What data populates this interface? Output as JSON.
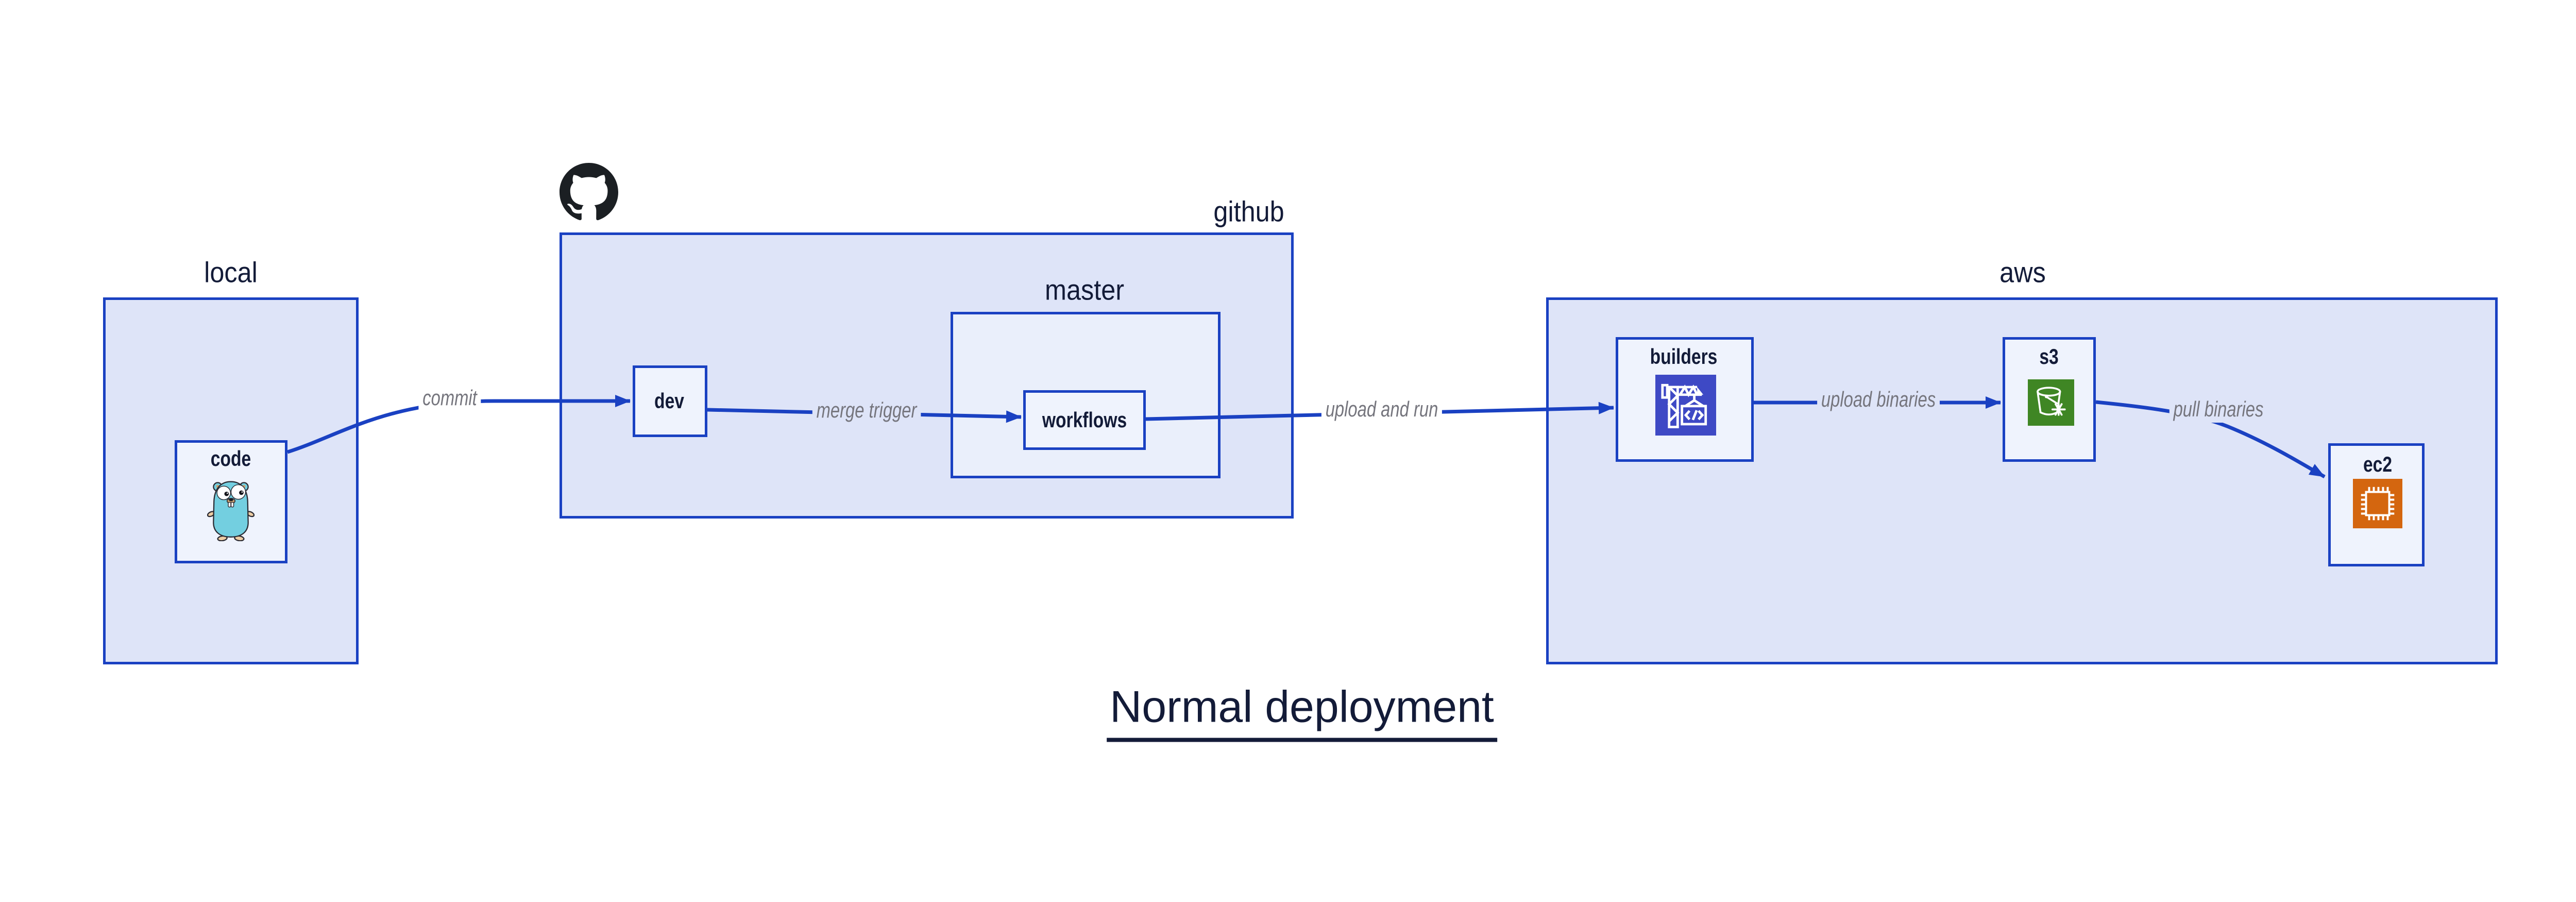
{
  "diagram": {
    "title": "Normal deployment",
    "groups": {
      "local": {
        "label": "local"
      },
      "github": {
        "label": "github"
      },
      "master": {
        "label": "master"
      },
      "aws": {
        "label": "aws"
      }
    },
    "nodes": {
      "code": {
        "label": "code",
        "icon": "go-gopher-icon"
      },
      "dev": {
        "label": "dev"
      },
      "workflows": {
        "label": "workflows"
      },
      "builders": {
        "label": "builders",
        "icon": "codebuild-crane-icon"
      },
      "s3": {
        "label": "s3",
        "icon": "s3-bucket-icon"
      },
      "ec2": {
        "label": "ec2",
        "icon": "ec2-chip-icon"
      }
    },
    "edges": {
      "commit": {
        "label": "commit",
        "from": "code",
        "to": "dev"
      },
      "merge_trigger": {
        "label": "merge trigger",
        "from": "dev",
        "to": "workflows"
      },
      "upload_and_run": {
        "label": "upload and run",
        "from": "workflows",
        "to": "builders"
      },
      "upload_binaries": {
        "label": "upload binaries",
        "from": "builders",
        "to": "s3"
      },
      "pull_binaries": {
        "label": "pull binaries",
        "from": "s3",
        "to": "ec2"
      }
    },
    "colors": {
      "canvas_bg": "#ffffff",
      "group_fill": "#dee4f8",
      "master_fill": "#eaeffb",
      "node_fill": "#eff3fd",
      "stroke_blue": "#1a41c2",
      "label_navy": "#131b38",
      "edge_label_gray": "#75757d",
      "github_black": "#1b1f23",
      "codebuild_purple": "#3e49c5",
      "s3_green": "#3f8624",
      "ec2_orange": "#d4660f",
      "gopher_teal": "#73cfe0"
    }
  }
}
